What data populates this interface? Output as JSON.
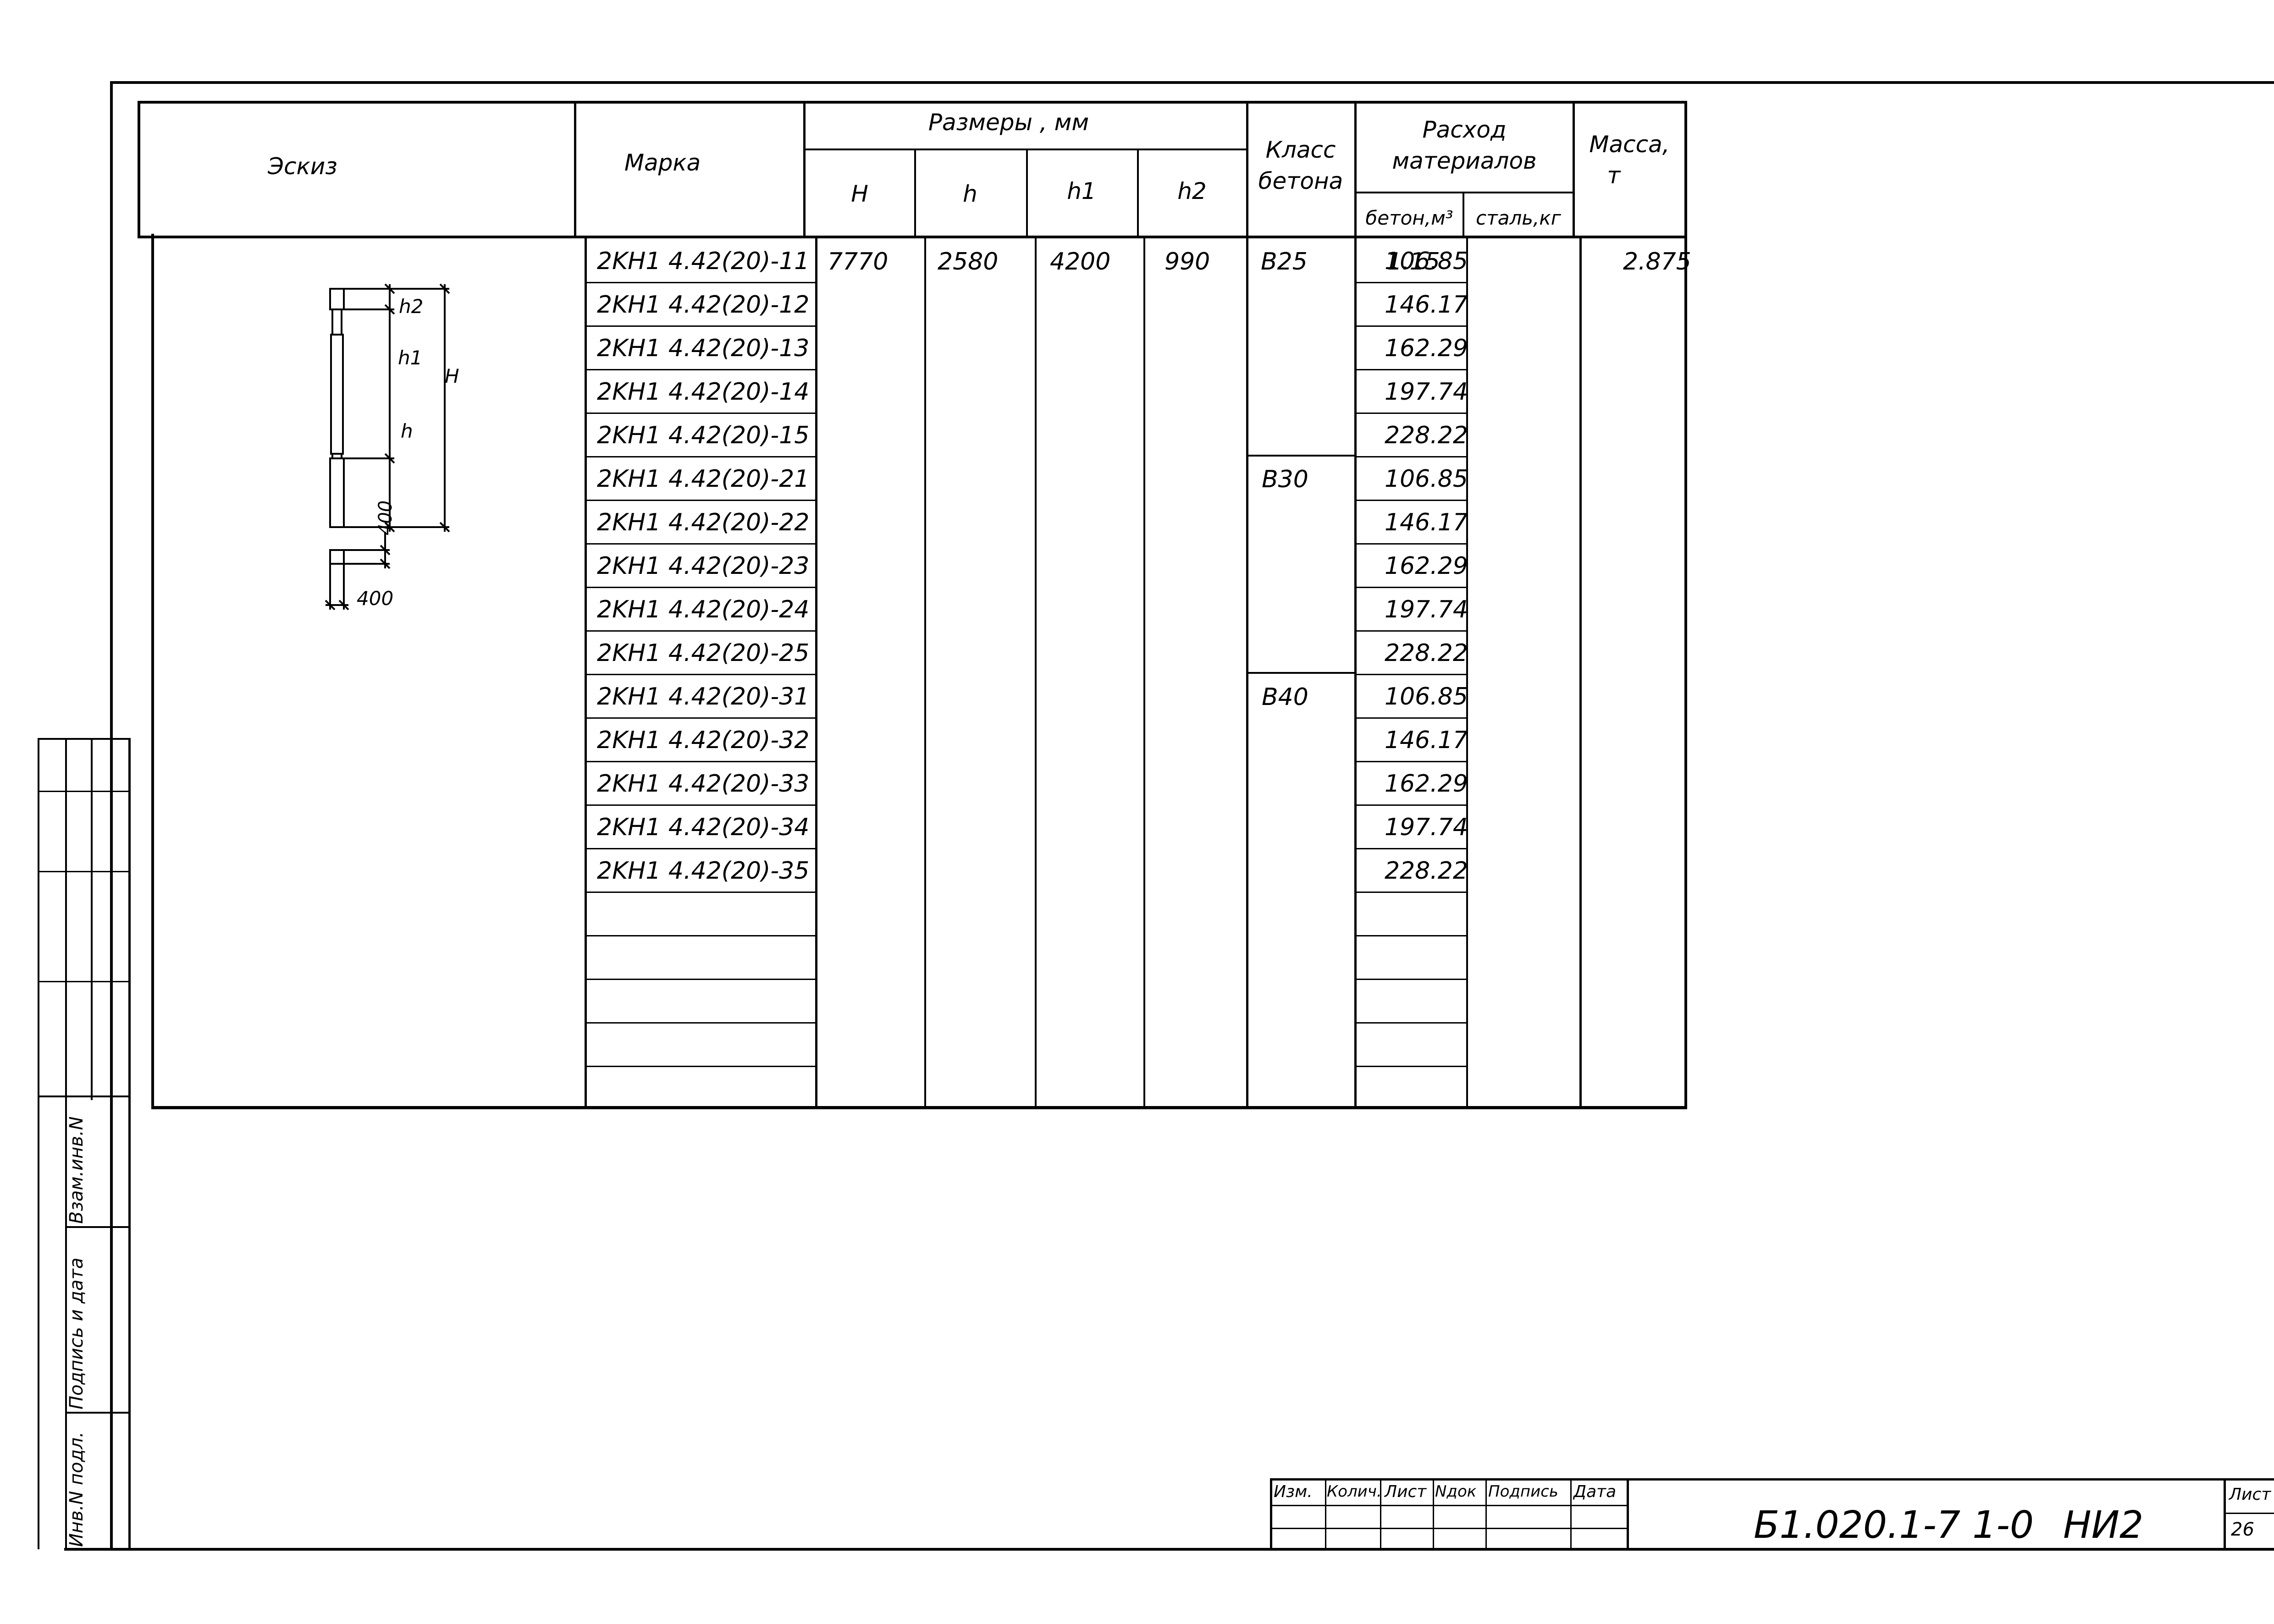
{
  "table": {
    "headers": {
      "sketch": "Эскиз",
      "mark": "Марка",
      "dimensions": "Размеры , мм",
      "H": "H",
      "h": "h",
      "h1": "h1",
      "h2": "h2",
      "concrete_class": [
        "Класс",
        "бетона"
      ],
      "consumption": [
        "Расход",
        "материалов"
      ],
      "concrete_m3": "бетон,м³",
      "steel_kg": "сталь,кг",
      "mass": [
        "Масса,",
        "т"
      ]
    },
    "values": {
      "H": "7770",
      "h": "2580",
      "h1": "4200",
      "h2": "990",
      "concrete": "1.15",
      "mass": "2.875"
    },
    "classes": [
      "B25",
      "B30",
      "B40"
    ],
    "rows": [
      {
        "mark": "2KH1 4.42(20)-11",
        "steel": "106.85"
      },
      {
        "mark": "2KH1 4.42(20)-12",
        "steel": "146.17"
      },
      {
        "mark": "2KH1 4.42(20)-13",
        "steel": "162.29"
      },
      {
        "mark": "2KH1 4.42(20)-14",
        "steel": "197.74"
      },
      {
        "mark": "2KH1 4.42(20)-15",
        "steel": "228.22"
      },
      {
        "mark": "2KH1 4.42(20)-21",
        "steel": "106.85"
      },
      {
        "mark": "2KH1 4.42(20)-22",
        "steel": "146.17"
      },
      {
        "mark": "2KH1 4.42(20)-23",
        "steel": "162.29"
      },
      {
        "mark": "2KH1 4.42(20)-24",
        "steel": "197.74"
      },
      {
        "mark": "2KH1 4.42(20)-25",
        "steel": "228.22"
      },
      {
        "mark": "2KH1 4.42(20)-31",
        "steel": "106.85"
      },
      {
        "mark": "2KH1 4.42(20)-32",
        "steel": "146.17"
      },
      {
        "mark": "2KH1 4.42(20)-33",
        "steel": "162.29"
      },
      {
        "mark": "2KH1 4.42(20)-34",
        "steel": "197.74"
      },
      {
        "mark": "2KH1 4.42(20)-35",
        "steel": "228.22"
      }
    ]
  },
  "sketch": {
    "h2": "h2",
    "h1": "h1",
    "h": "h",
    "H": "H",
    "dim1": "400",
    "dim2": "400"
  },
  "side_stamp": {
    "vzam": "Взам.инв.N",
    "podpis": "Подпись и дата",
    "inv": "Инв.N подл."
  },
  "title_block": {
    "cols": [
      "Изм.",
      "Колич.",
      "Лист",
      "Nдок",
      "Подпись",
      "Дата"
    ],
    "code": "Б1.020.1-7 1-0",
    "doc": "НИ2",
    "sheet_label": "Лист",
    "sheet_no": "26"
  }
}
